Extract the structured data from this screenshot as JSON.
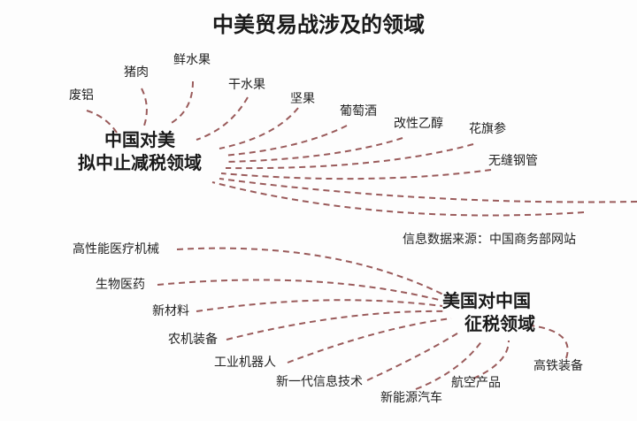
{
  "title": "中美贸易战涉及的领域",
  "source": "信息数据来源：中国商务部网站",
  "line_color": "#9a5b5b",
  "china_hub": {
    "line1": "中国对美",
    "line2": "拟中止减税领域"
  },
  "china_items": [
    "废铝",
    "猪肉",
    "鲜水果",
    "干水果",
    "坚果",
    "葡萄酒",
    "改性乙醇",
    "花旗参",
    "无缝钢管"
  ],
  "us_hub": {
    "line1": "美国对中国",
    "line2": "征税领域"
  },
  "us_items": [
    "高性能医疗机械",
    "生物医药",
    "新材料",
    "农机装备",
    "工业机器人",
    "新一代信息技术",
    "新能源汽车",
    "航空产品",
    "高铁装备"
  ]
}
